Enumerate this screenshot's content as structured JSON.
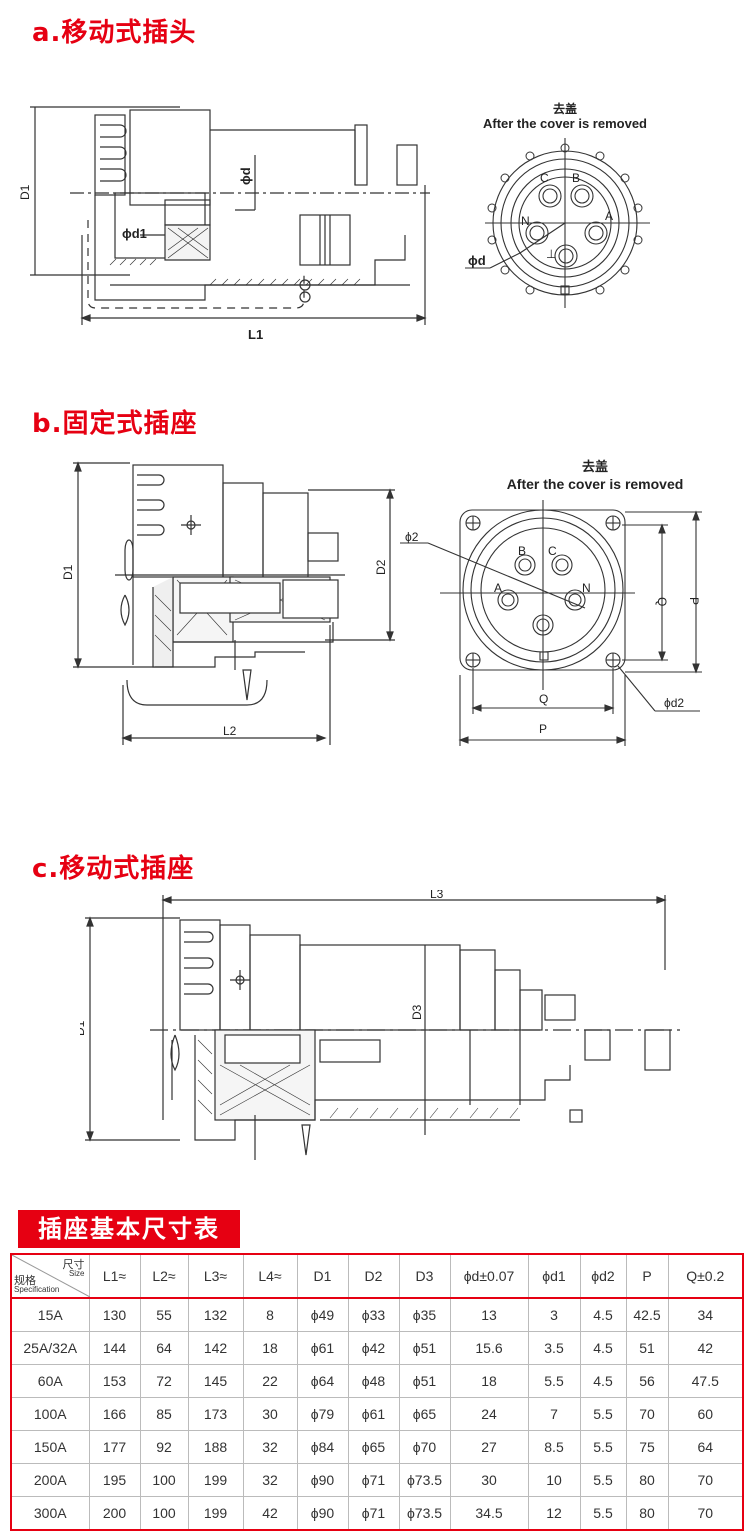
{
  "sections": {
    "a": {
      "title": "a.移动式插头",
      "cover_caption_cn": "去盖",
      "cover_caption_en": "After the cover is removed",
      "dim_labels": {
        "D1": "D1",
        "L1": "L1",
        "phi_d": "ϕd",
        "phi_d1": "ϕd1",
        "phi_d_face": "ϕd"
      },
      "pin_labels": [
        "C",
        "B",
        "N",
        "A",
        "⊥"
      ]
    },
    "b": {
      "title": "b.固定式插座",
      "cover_caption_cn": "去盖",
      "cover_caption_en": "After the cover is removed",
      "dim_labels": {
        "D1": "D1",
        "D2": "D2",
        "L2": "L2",
        "phi2": "ϕ2",
        "Q_v": "Q",
        "P_v": "P",
        "Q_h": "Q",
        "P_h": "P",
        "phi_d2": "ϕd2"
      },
      "pin_labels": [
        "B",
        "C",
        "A",
        "N"
      ]
    },
    "c": {
      "title": "c.移动式插座",
      "dim_labels": {
        "L3": "L3",
        "D1": "D1",
        "D3": "D3"
      }
    }
  },
  "table": {
    "title": "插座基本尺寸表",
    "corner": {
      "size_cn": "尺寸",
      "size_en": "Size",
      "spec_cn": "规格",
      "spec_en": "Specification"
    },
    "columns": [
      "L1≈",
      "L2≈",
      "L3≈",
      "L4≈",
      "D1",
      "D2",
      "D3",
      "ϕd±0.07",
      "ϕd1",
      "ϕd2",
      "P",
      "Q±0.2"
    ],
    "rows": [
      {
        "spec": "15A",
        "values": [
          "130",
          "55",
          "132",
          "8",
          "ϕ49",
          "ϕ33",
          "ϕ35",
          "13",
          "3",
          "4.5",
          "42.5",
          "34"
        ]
      },
      {
        "spec": "25A/32A",
        "values": [
          "144",
          "64",
          "142",
          "18",
          "ϕ61",
          "ϕ42",
          "ϕ51",
          "15.6",
          "3.5",
          "4.5",
          "51",
          "42"
        ]
      },
      {
        "spec": "60A",
        "values": [
          "153",
          "72",
          "145",
          "22",
          "ϕ64",
          "ϕ48",
          "ϕ51",
          "18",
          "5.5",
          "4.5",
          "56",
          "47.5"
        ]
      },
      {
        "spec": "100A",
        "values": [
          "166",
          "85",
          "173",
          "30",
          "ϕ79",
          "ϕ61",
          "ϕ65",
          "24",
          "7",
          "5.5",
          "70",
          "60"
        ]
      },
      {
        "spec": "150A",
        "values": [
          "177",
          "92",
          "188",
          "32",
          "ϕ84",
          "ϕ65",
          "ϕ70",
          "27",
          "8.5",
          "5.5",
          "75",
          "64"
        ]
      },
      {
        "spec": "200A",
        "values": [
          "195",
          "100",
          "199",
          "32",
          "ϕ90",
          "ϕ71",
          "ϕ73.5",
          "30",
          "10",
          "5.5",
          "80",
          "70"
        ]
      },
      {
        "spec": "300A",
        "values": [
          "200",
          "100",
          "199",
          "42",
          "ϕ90",
          "ϕ71",
          "ϕ73.5",
          "34.5",
          "12",
          "5.5",
          "80",
          "70"
        ]
      }
    ]
  },
  "colors": {
    "accent": "#e60012",
    "line": "#333333"
  }
}
